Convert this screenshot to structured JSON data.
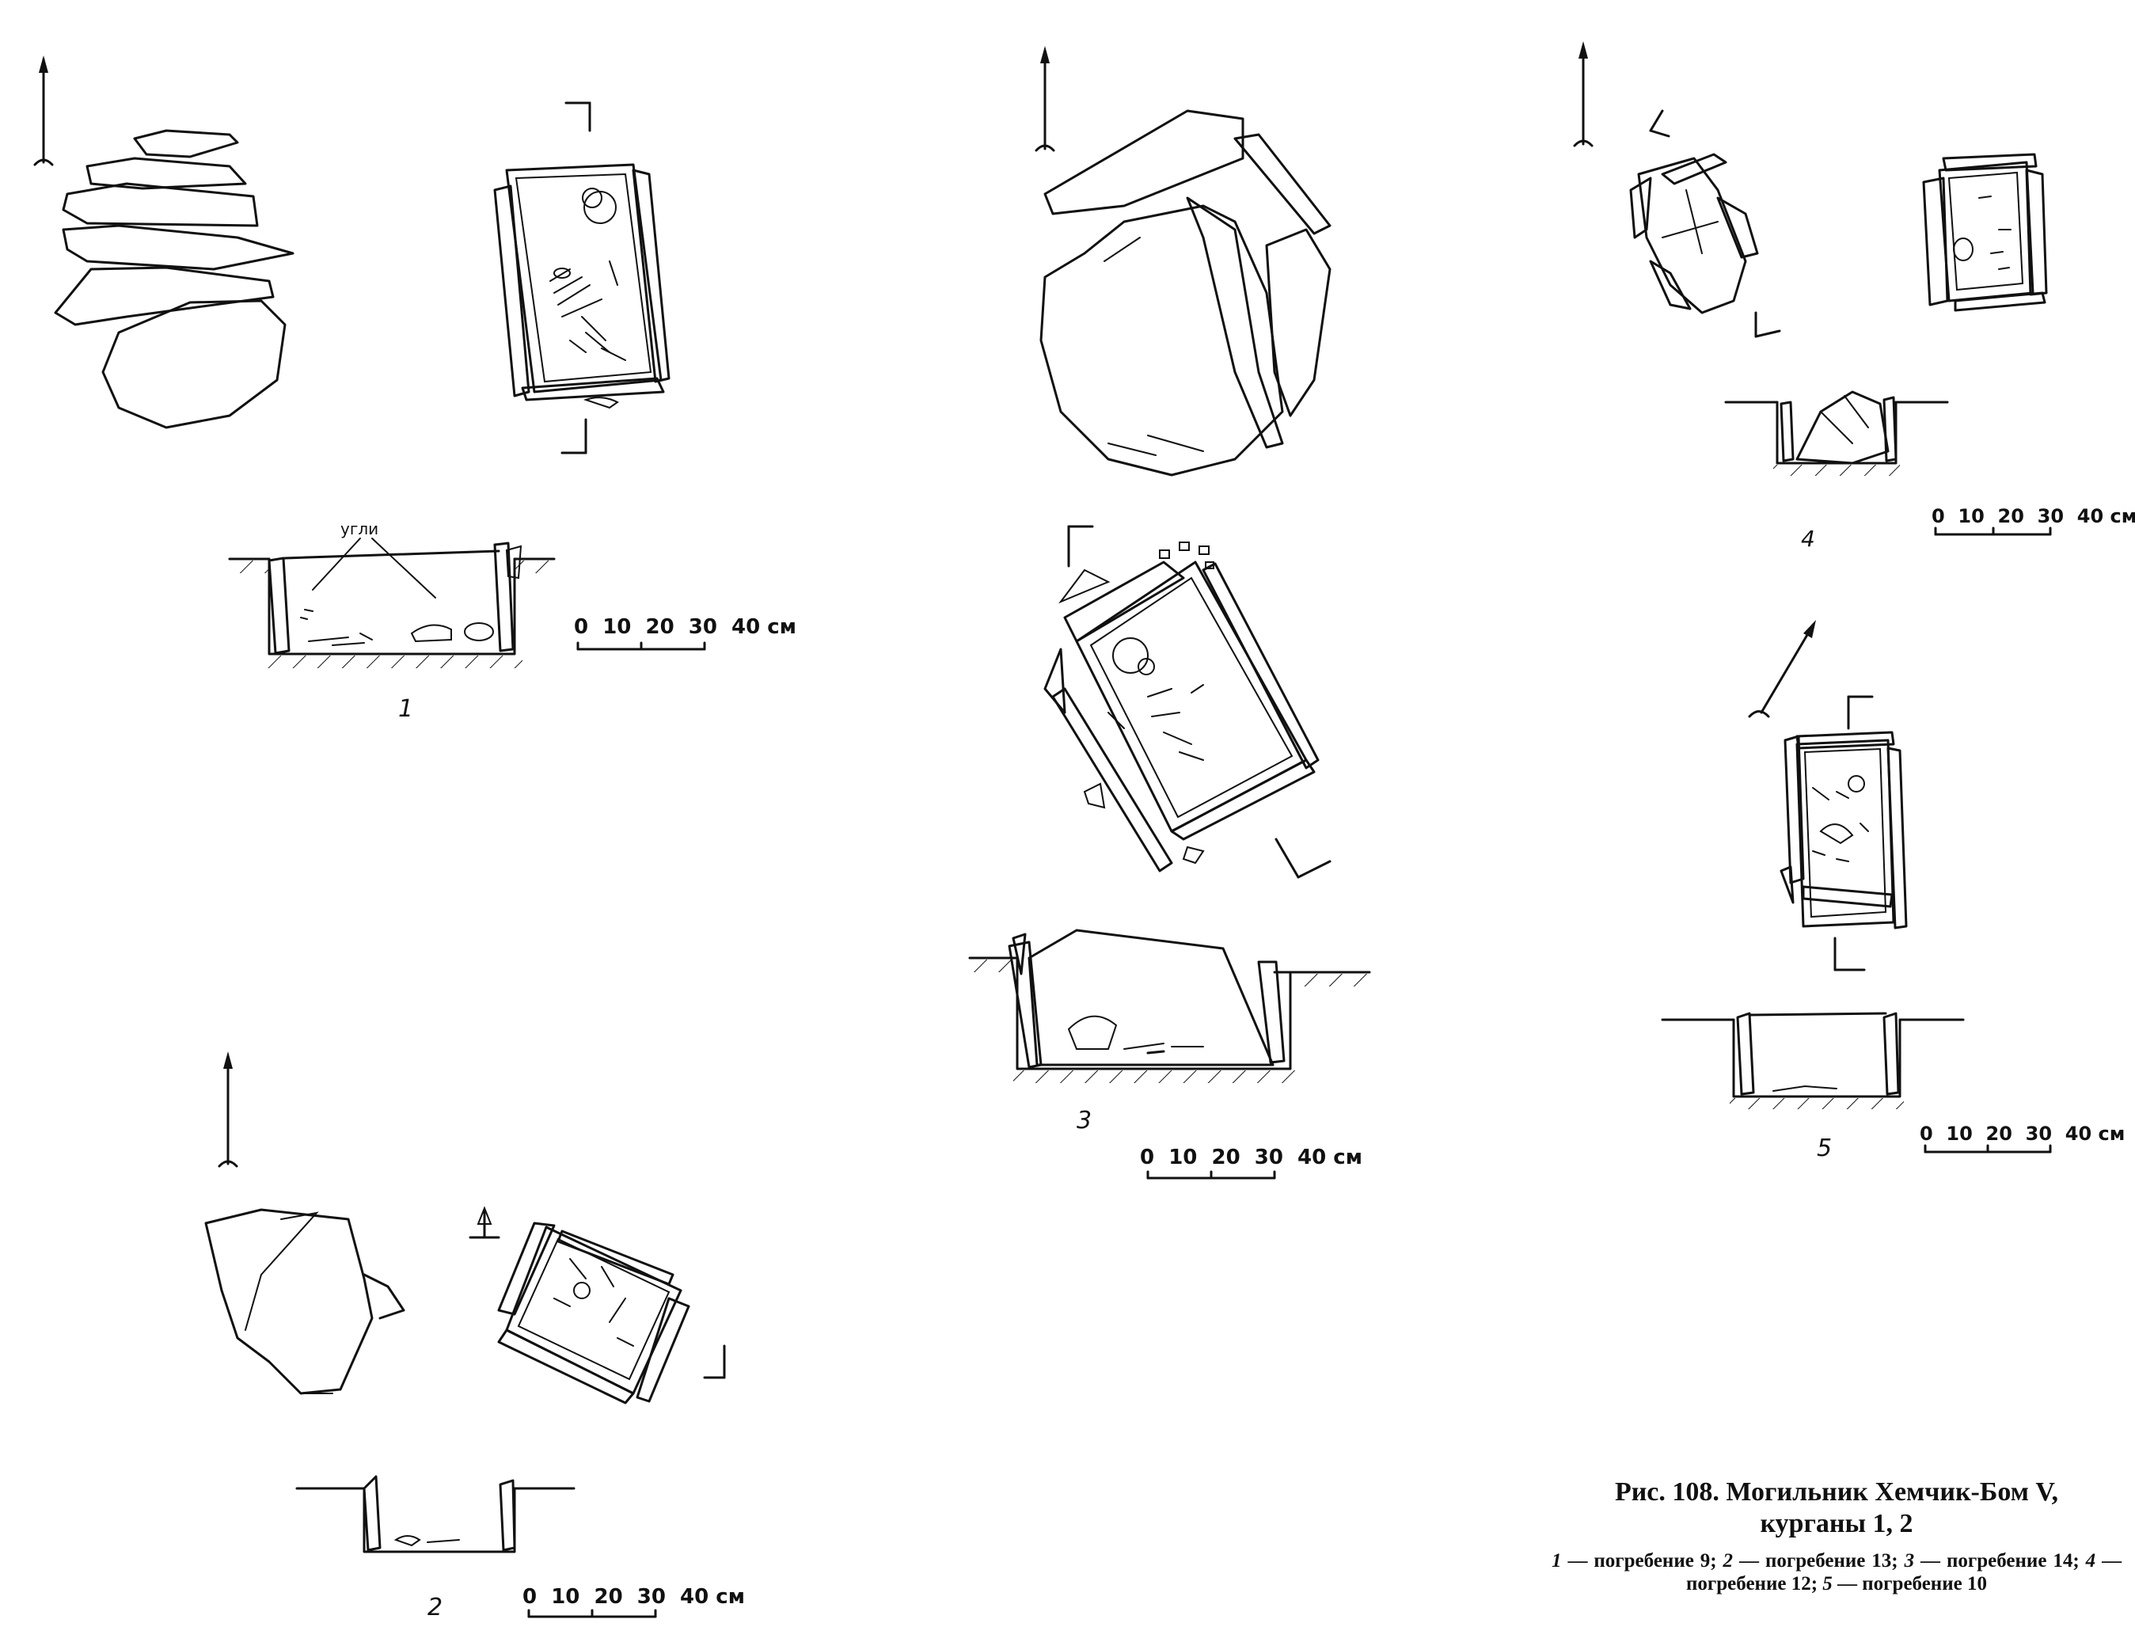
{
  "figure": {
    "caption_line1": "Рис. 108. Могильник Хемчик-Бом V,",
    "caption_line2": "курганы 1, 2",
    "legend": [
      {
        "num": "1",
        "text": "— погребение 9;"
      },
      {
        "num": "2",
        "text": "— погребение 13;"
      },
      {
        "num": "3",
        "text": "— погребение 14;"
      },
      {
        "num": "4",
        "text": "— погребение 12;"
      },
      {
        "num": "5",
        "text": "— погребение 10"
      }
    ]
  },
  "panels": [
    {
      "number": "1",
      "note": "угли",
      "scale_label": "0  10  20  30  40 см"
    },
    {
      "number": "2",
      "scale_label": "0  10  20  30  40 см"
    },
    {
      "number": "3",
      "scale_label": "0  10  20  30  40 см"
    },
    {
      "number": "4",
      "scale_label": "0  10  20  30  40 см"
    },
    {
      "number": "5",
      "scale_label": "0  10  20  30  40 см"
    }
  ],
  "colors": {
    "ink": "#111111",
    "paper": "#ffffff"
  }
}
